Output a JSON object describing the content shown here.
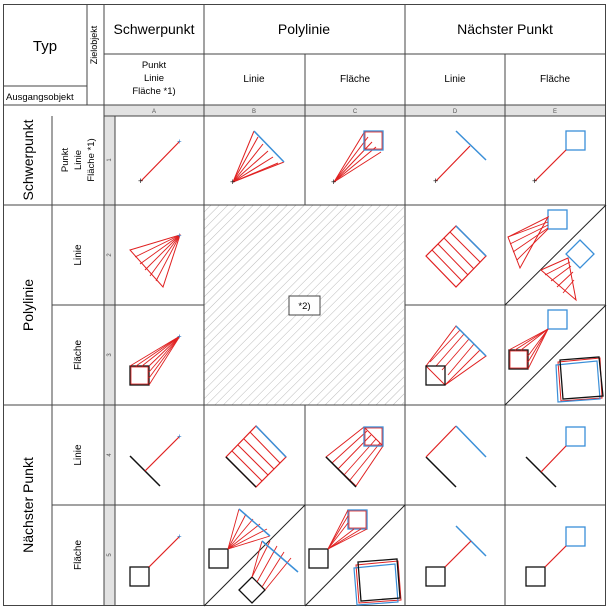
{
  "header": {
    "typ": "Typ",
    "zielobjekt": "Zielobjekt",
    "ausgangsobjekt": "Ausgangsobjekt",
    "groups": [
      "Schwerpunkt",
      "Polylinie",
      "Nächster Punkt"
    ],
    "sub": [
      [
        "Punkt",
        "Linie",
        "Fläche *1)"
      ],
      [
        "Linie"
      ],
      [
        "Fläche"
      ],
      [
        "Linie"
      ],
      [
        "Fläche"
      ]
    ],
    "col_letters": [
      "A",
      "B",
      "C",
      "D",
      "E"
    ]
  },
  "rows": {
    "groups": [
      "Schwerpunkt",
      "Polylinie",
      "Nächster Punkt"
    ],
    "sub_lines": [
      [
        "Punkt",
        "Linie",
        "Fläche *1)"
      ],
      [
        "Linie"
      ],
      [
        "Fläche"
      ],
      [
        "Linie"
      ],
      [
        "Fläche"
      ]
    ],
    "row_numbers": [
      "1",
      "2",
      "3",
      "4",
      "5"
    ]
  },
  "note": "*2)",
  "colors": {
    "line_red": "#e02020",
    "line_blue": "#3a8fd8",
    "dark": "#111111",
    "hatch": "#bbbbbb",
    "grid": "#444444",
    "ruler": "#cccccc"
  }
}
